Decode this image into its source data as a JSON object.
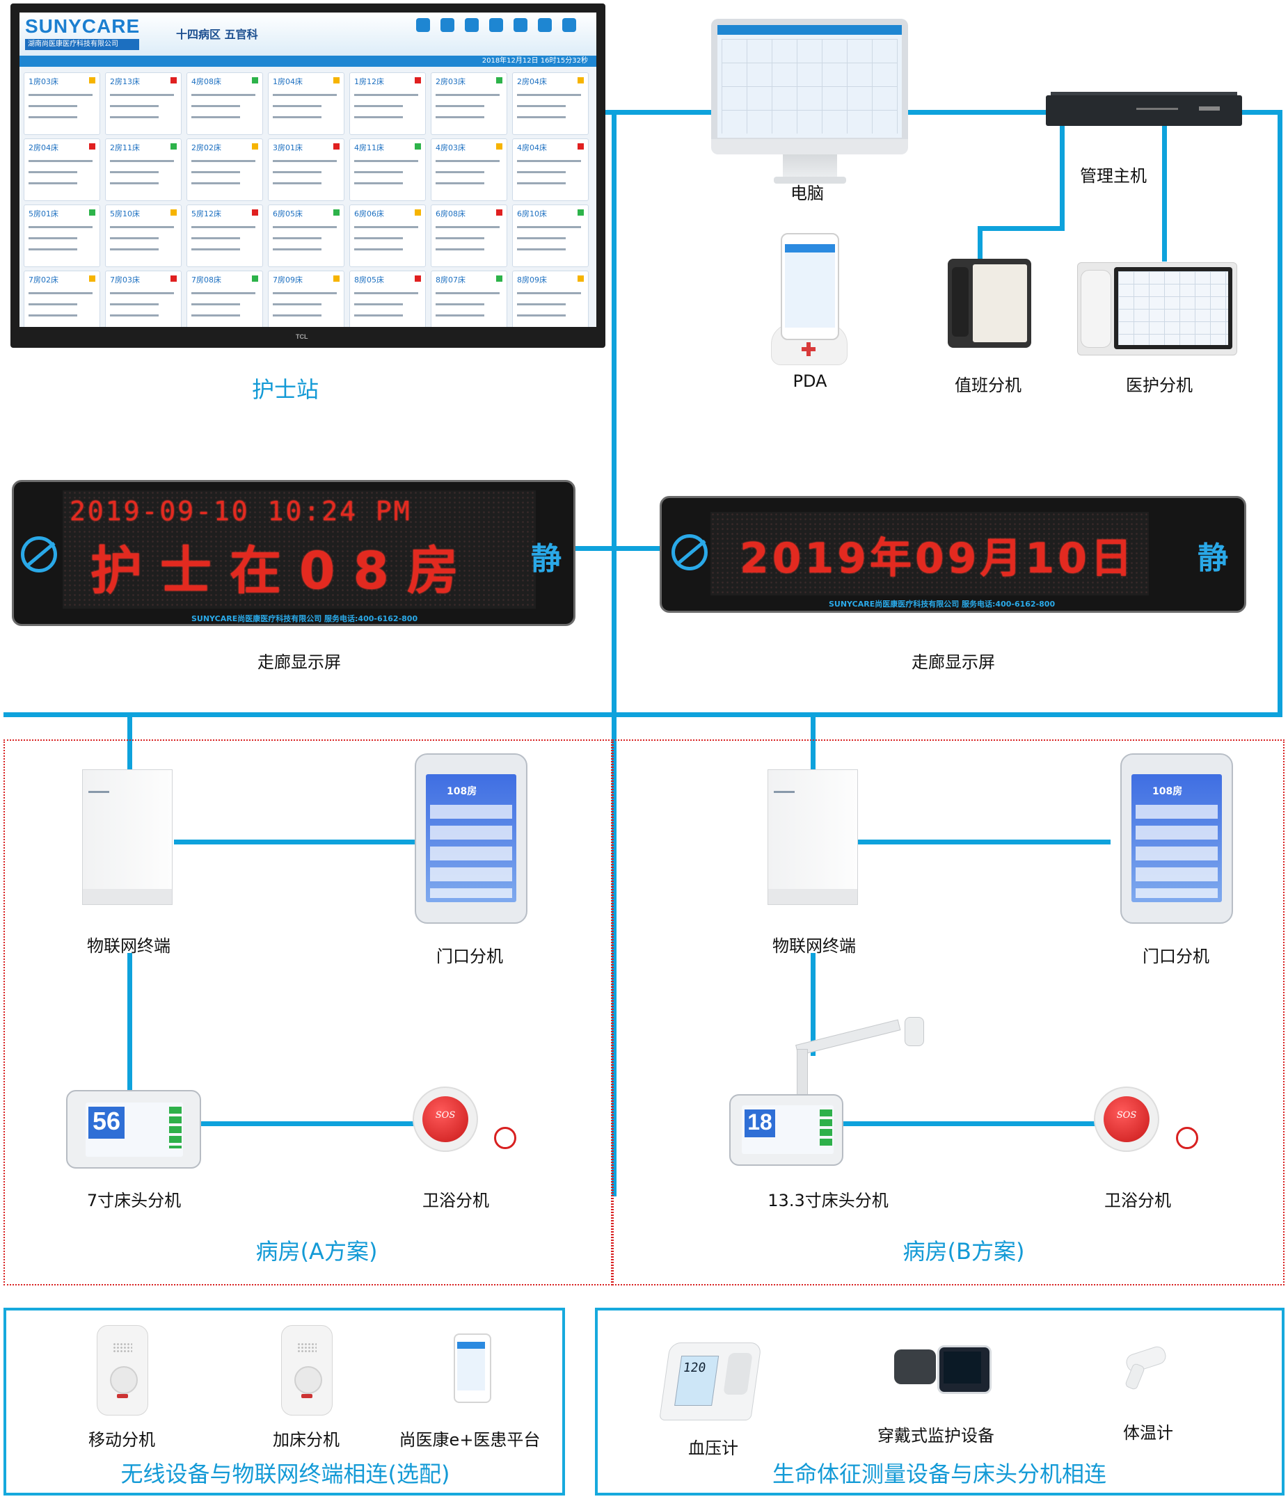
{
  "nurse_station": {
    "label": "护士站",
    "brand": "SUNYCARE",
    "company": "湖南尚医康医疗科技有限公司",
    "ward": "十四病区  五官科",
    "datetime": "2018年12月12日   16时15分32秒",
    "monitor_brand": "TCL",
    "beds": [
      "1房03床",
      "2房13床",
      "4房08床",
      "1房04床",
      "1房12床",
      "2房03床",
      "2房04床",
      "2房04床",
      "2房11床",
      "2房02床",
      "3房01床",
      "4房11床",
      "4房03床",
      "4房04床",
      "5房01床",
      "5房10床",
      "5房12床",
      "6房05床",
      "6房06床",
      "6房08床",
      "6房10床",
      "7房02床",
      "7房03床",
      "7房08床",
      "7房09床",
      "8房05床",
      "8房07床",
      "8房09床"
    ]
  },
  "computer": {
    "label": "电脑"
  },
  "host": {
    "label": "管理主机"
  },
  "pda": {
    "label": "PDA"
  },
  "duty_phone": {
    "label": "值班分机"
  },
  "nurse_phone": {
    "label": "医护分机"
  },
  "corridor_left": {
    "label": "走廊显示屏",
    "line1": "2019-09-10   10:24  PM",
    "line2": "护士在08房",
    "quiet": "静",
    "footer": "SUNYCARE尚医康医疗科技有限公司 服务电话:400-6162-800"
  },
  "corridor_right": {
    "label": "走廊显示屏",
    "line1": "2019年09月10日",
    "quiet": "静",
    "footer": "SUNYCARE尚医康医疗科技有限公司 服务电话:400-6162-800"
  },
  "ward_a": {
    "title": "病房(A方案)",
    "iot": "物联网终端",
    "door": "门口分机",
    "door_room": "108房",
    "bedside": "7寸床头分机",
    "bedside_num": "56",
    "bath": "卫浴分机",
    "sos": "SOS"
  },
  "ward_b": {
    "title": "病房(B方案)",
    "iot": "物联网终端",
    "door": "门口分机",
    "door_room": "108房",
    "bedside": "13.3寸床头分机",
    "bedside_num": "18",
    "bath": "卫浴分机",
    "sos": "SOS"
  },
  "wireless": {
    "title": "无线设备与物联网终端相连(选配)",
    "items": [
      "移动分机",
      "加床分机",
      "尚医康e+医患平台"
    ]
  },
  "vitals": {
    "title": "生命体征测量设备与床头分机相连",
    "items": [
      "血压计",
      "穿戴式监护设备",
      "体温计"
    ],
    "bp_reading": "120"
  }
}
